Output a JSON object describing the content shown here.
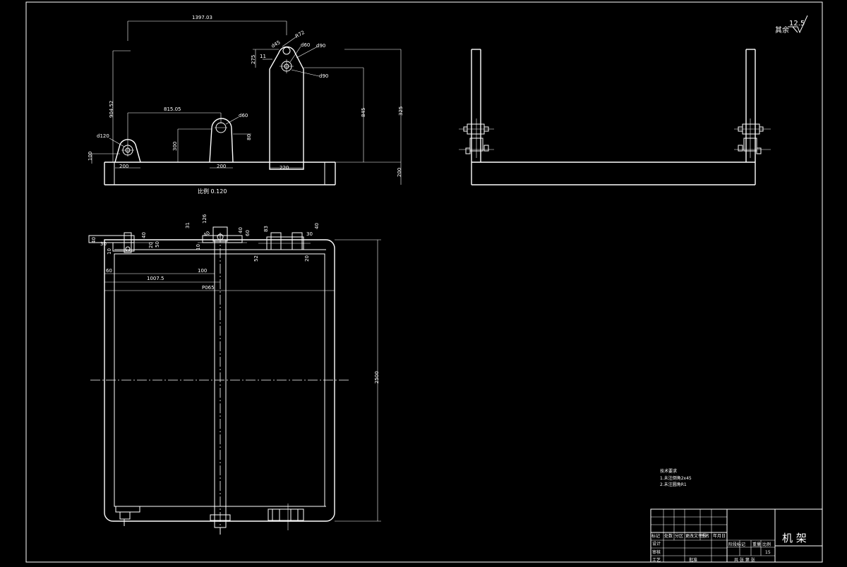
{
  "roughness": {
    "label": "其余",
    "value": "12.5"
  },
  "scale_note": "比例 0.120",
  "dims_front": {
    "width_top": "1397.03",
    "left_height": "904.52",
    "right_height": "845",
    "right_total": "325",
    "middle_span": "815.05",
    "bracket_height": "300",
    "pin_dia": "d60",
    "mid_small": "80",
    "left_base": "200",
    "mid_base": "200",
    "post_base": "220",
    "left_dia": "d120",
    "left_h": "100",
    "base_h": "200",
    "top_r1": "R72",
    "top_d1": "d45",
    "top_d2": "d60",
    "top_d3": "d90",
    "top_a": "11",
    "top_b": "275"
  },
  "dims_plan": {
    "top_left_a": "40",
    "top_left_b": "30",
    "top_left_c": "40",
    "top_left_d": "20",
    "top_left_e": "50",
    "top_mid_a": "31",
    "top_mid_b": "126",
    "top_mid_c": "40",
    "top_mid_d": "10",
    "top_mid_e": "40",
    "top_mid_f": "60",
    "top_r_a": "83",
    "top_r_b": "30",
    "top_r_c": "40",
    "top_r_d": "52",
    "top_r_e": "20",
    "left_10": "10",
    "inner_60": "60",
    "inner_100": "100",
    "inner_1007": "1007.5",
    "inner_full": "P065",
    "height": "2500"
  },
  "notes": {
    "title": "技术要求",
    "line1": "1.未注倒角2x45",
    "line2": "2.未注圆角R1"
  },
  "title_block": {
    "drawing_title": "机 架",
    "scale_value": "15",
    "row_labels": [
      "标记",
      "处数",
      "分区",
      "更改文件号",
      "签名",
      "年月日"
    ],
    "design": "设计",
    "check": "审核",
    "process": "工艺",
    "standard": "标准化",
    "approve": "批准",
    "stage_labels": [
      "阶段标记",
      "重量",
      "比例"
    ],
    "sheet": "共 张 第 张"
  }
}
